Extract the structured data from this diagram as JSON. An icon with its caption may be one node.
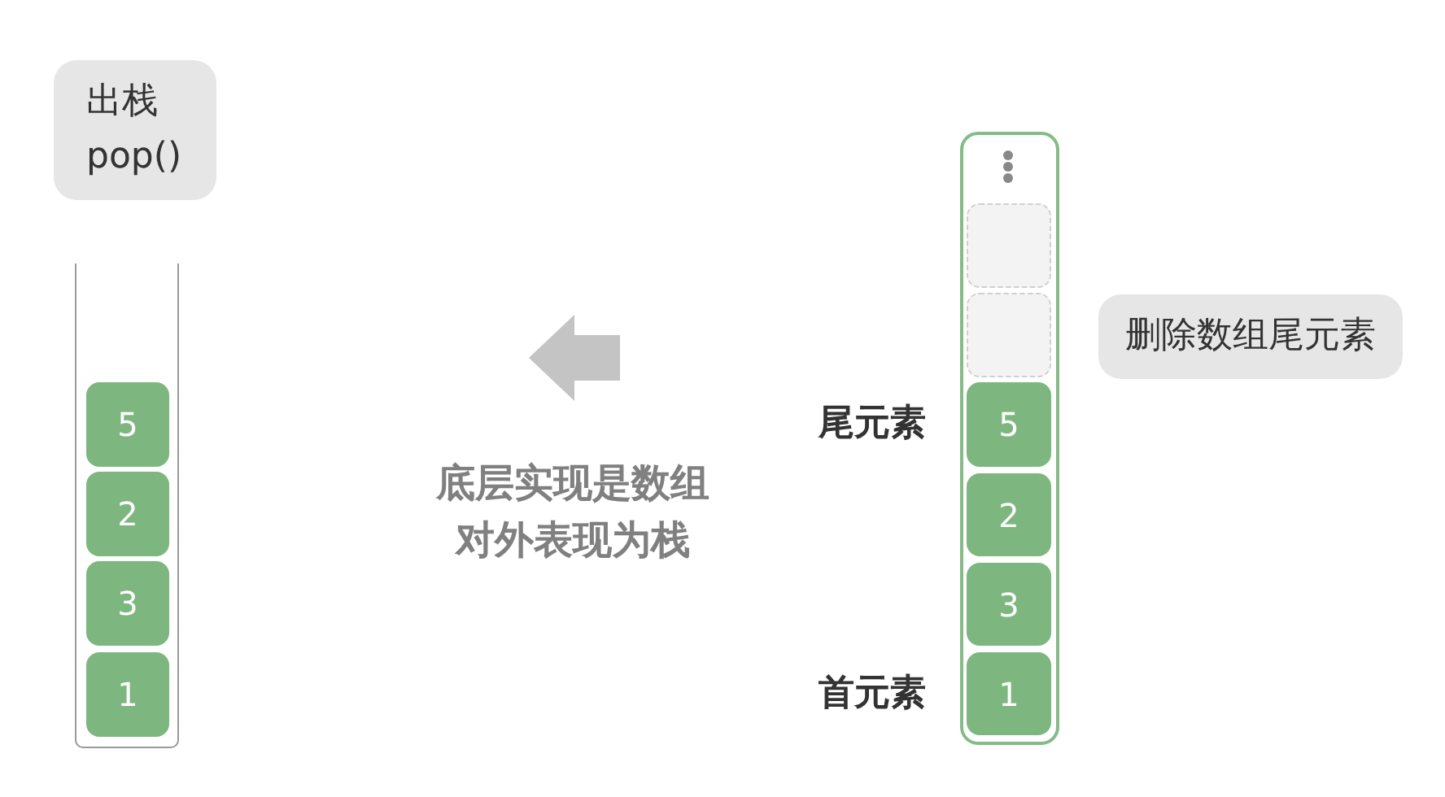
{
  "diagram": {
    "nodes": [
      {
        "text": [
          "出栈 pop()"
        ]
      },
      {
        "text": [],
        "shape": "box"
      },
      {
        "text": [
          "5"
        ],
        "in": 1
      },
      {
        "text": [
          "2"
        ],
        "in": 1
      },
      {
        "text": [
          "3"
        ],
        "in": 1
      },
      {
        "text": [
          "1"
        ],
        "in": 1
      },
      {
        "text": [],
        "shape": "box"
      },
      {
        "text": [],
        "shape": "box",
        "in": 6
      },
      {
        "text": [],
        "shape": "box",
        "in": 6
      },
      {
        "text": [
          "5"
        ],
        "in": 6,
        "beside": [
          "尾元素"
        ]
      },
      {
        "text": [
          "2"
        ],
        "in": 6
      },
      {
        "text": [
          "3"
        ],
        "in": 6
      },
      {
        "text": [
          "1"
        ],
        "in": 6,
        "beside": [
          "首元素"
        ]
      },
      {
        "text": [
          "删除数组尾元素"
        ]
      }
    ],
    "labels": [
      "底层实现是数组对外表现为栈"
    ]
  }
}
